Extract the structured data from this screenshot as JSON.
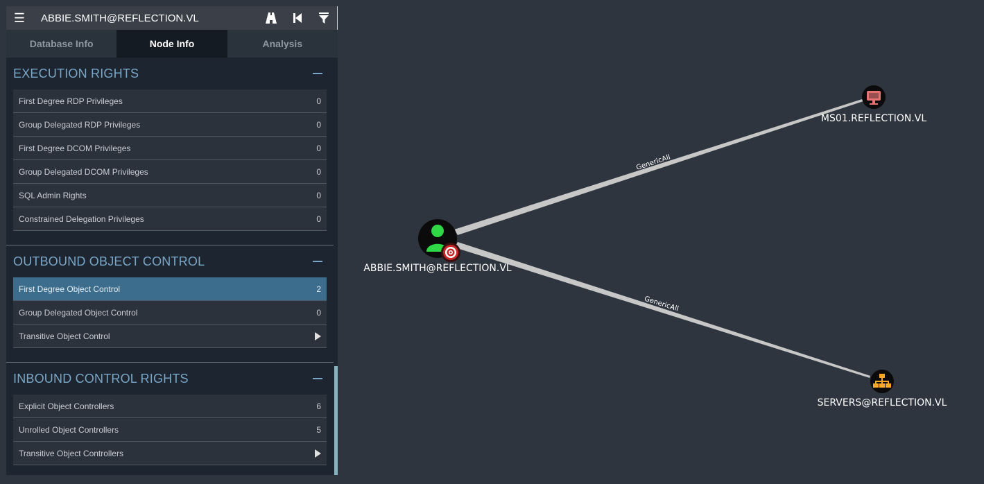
{
  "panel": {
    "search_value": "ABBIE.SMITH@REFLECTION.VL",
    "menu_icon": "hamburger-icon",
    "tool_icons": [
      "pathfinding-icon",
      "back-icon",
      "filter-icon"
    ],
    "tabs": [
      {
        "label": "Database Info",
        "active": false
      },
      {
        "label": "Node Info",
        "active": true
      },
      {
        "label": "Analysis",
        "active": false
      }
    ],
    "sections": [
      {
        "title": "EXECUTION RIGHTS",
        "rows": [
          {
            "label": "First Degree RDP Privileges",
            "value": "0"
          },
          {
            "label": "Group Delegated RDP Privileges",
            "value": "0"
          },
          {
            "label": "First Degree DCOM Privileges",
            "value": "0"
          },
          {
            "label": "Group Delegated DCOM Privileges",
            "value": "0"
          },
          {
            "label": "SQL Admin Rights",
            "value": "0"
          },
          {
            "label": "Constrained Delegation Privileges",
            "value": "0"
          }
        ]
      },
      {
        "title": "OUTBOUND OBJECT CONTROL",
        "rows": [
          {
            "label": "First Degree Object Control",
            "value": "2",
            "selected": true
          },
          {
            "label": "Group Delegated Object Control",
            "value": "0"
          },
          {
            "label": "Transitive Object Control",
            "value": ""
          }
        ]
      },
      {
        "title": "INBOUND CONTROL RIGHTS",
        "rows": [
          {
            "label": "Explicit Object Controllers",
            "value": "6"
          },
          {
            "label": "Unrolled Object Controllers",
            "value": "5"
          },
          {
            "label": "Transitive Object Controllers",
            "value": ""
          }
        ]
      }
    ]
  },
  "graph": {
    "nodes": {
      "user": {
        "label": "ABBIE.SMITH@REFLECTION.VL",
        "icon": "user-icon",
        "badge": "target-icon",
        "color": "#2fd845"
      },
      "computer": {
        "label": "MS01.REFLECTION.VL",
        "icon": "computer-icon",
        "color": "#e57373"
      },
      "group": {
        "label": "SERVERS@REFLECTION.VL",
        "icon": "group-icon",
        "color": "#f9a825"
      }
    },
    "edges": [
      {
        "label": "GenericAll"
      },
      {
        "label": "GenericAll"
      }
    ]
  }
}
